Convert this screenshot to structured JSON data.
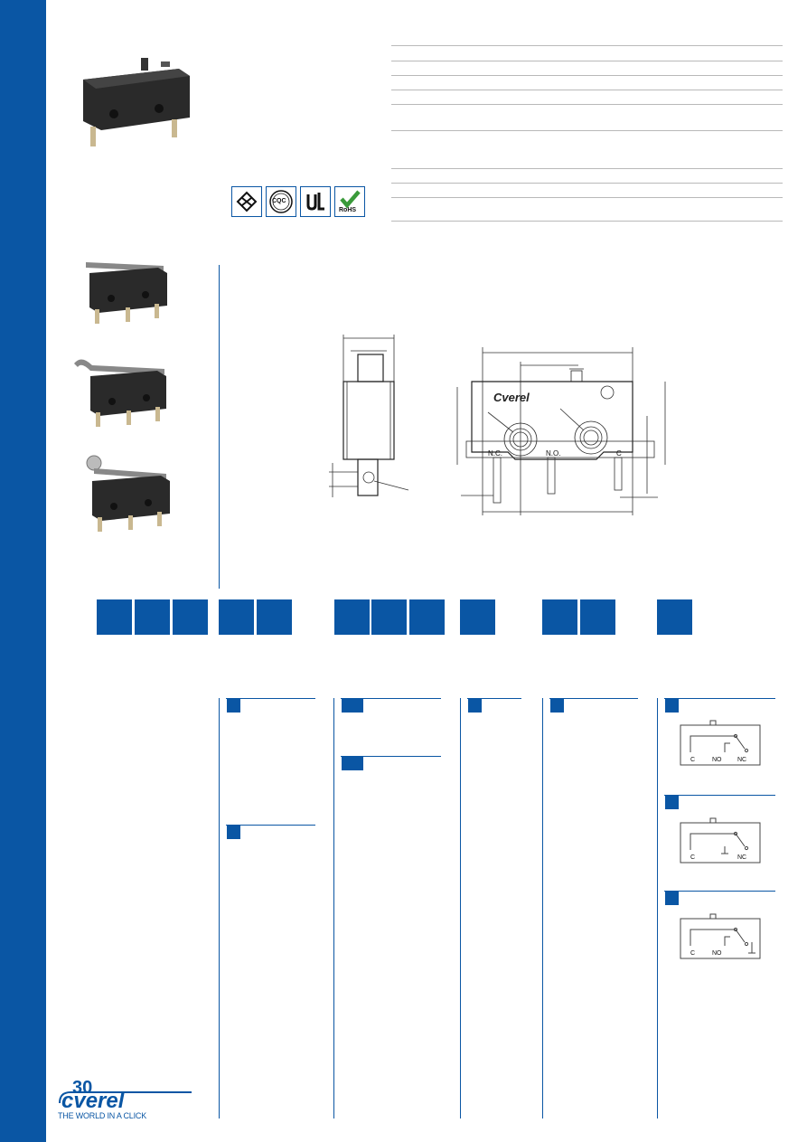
{
  "certifications": [
    {
      "name": "enec-icon",
      "label": ""
    },
    {
      "name": "cqc-icon",
      "label": "CQC"
    },
    {
      "name": "ul-icon",
      "label": "UL"
    },
    {
      "name": "rohs-icon",
      "label": "RoHS"
    }
  ],
  "drawing": {
    "brand": "Cverel",
    "terminal_nc": "N.C.",
    "terminal_no": "N.O.",
    "terminal_c": "C"
  },
  "circuits": [
    {
      "c": "C",
      "no": "NO",
      "nc": "NC"
    },
    {
      "c": "C",
      "no": "",
      "nc": "NC"
    },
    {
      "c": "C",
      "no": "NO",
      "nc": ""
    }
  ],
  "logo": {
    "number": "30",
    "brand": "cverel",
    "tagline": "THE WORLD IN A CLICK"
  },
  "colors": {
    "brand_blue": "#0a56a4",
    "rohs_green": "#3a9a3a"
  }
}
